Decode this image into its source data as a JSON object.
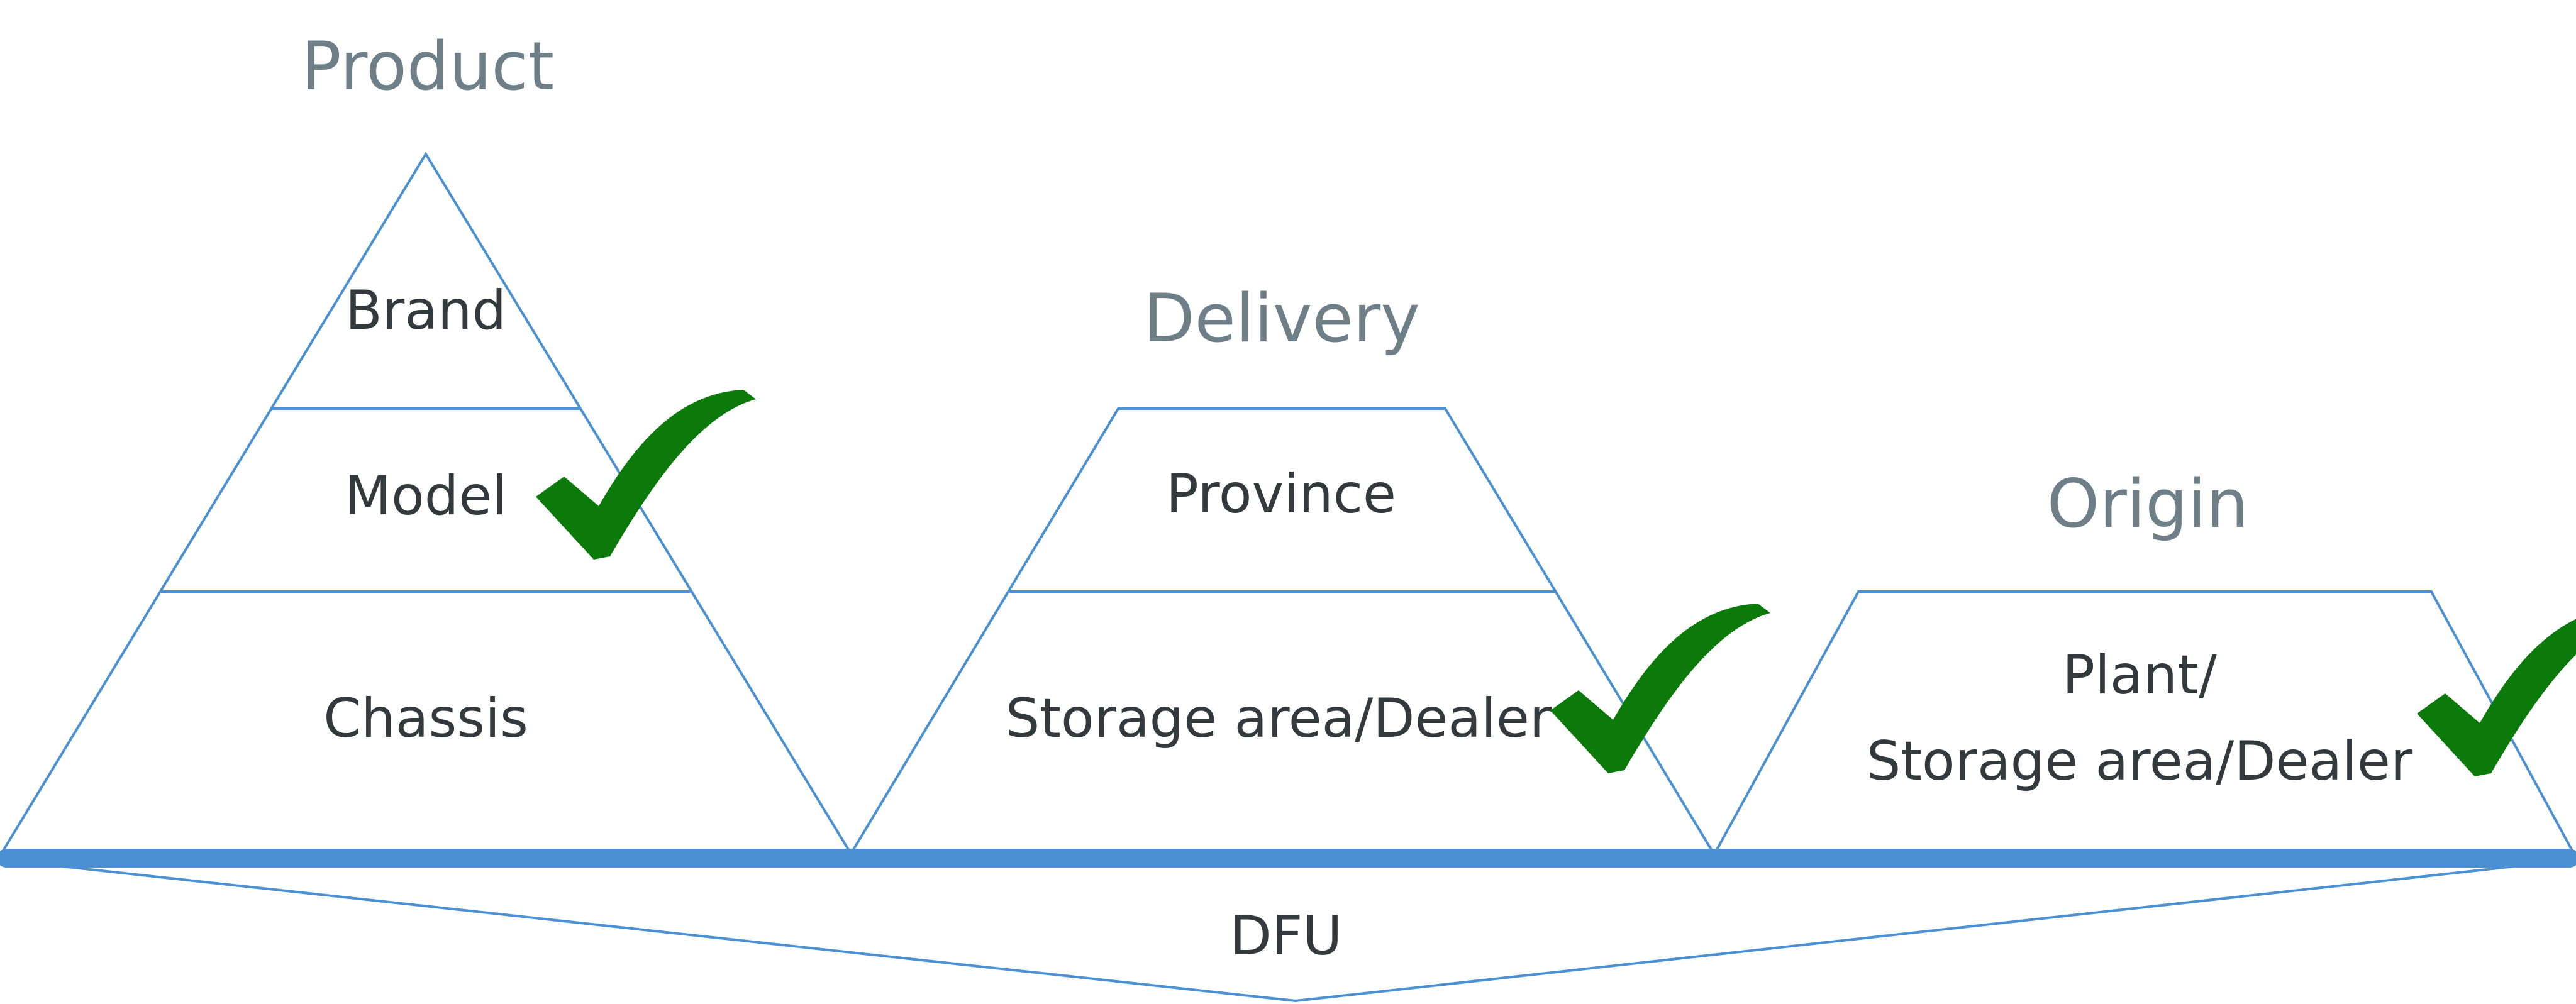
{
  "hierarchies": [
    {
      "title": "Product",
      "levels": [
        "Brand",
        "Model",
        "Chassis"
      ],
      "checked_level": "Model"
    },
    {
      "title": "Delivery",
      "levels": [
        "Province",
        "Storage area/Dealer"
      ],
      "checked_level": "Storage area/Dealer"
    },
    {
      "title": "Origin",
      "levels": [
        "Plant/",
        "Storage area/Dealer"
      ],
      "checked_level": "Plant/ Storage area/Dealer"
    }
  ],
  "base_label": "DFU",
  "colors": {
    "outline": "#4a90d2",
    "title_text": "#6e7f87",
    "label_text": "#333a3d",
    "checkmark": "#0b7a0b"
  },
  "icons": [
    "checkmark-icon"
  ]
}
